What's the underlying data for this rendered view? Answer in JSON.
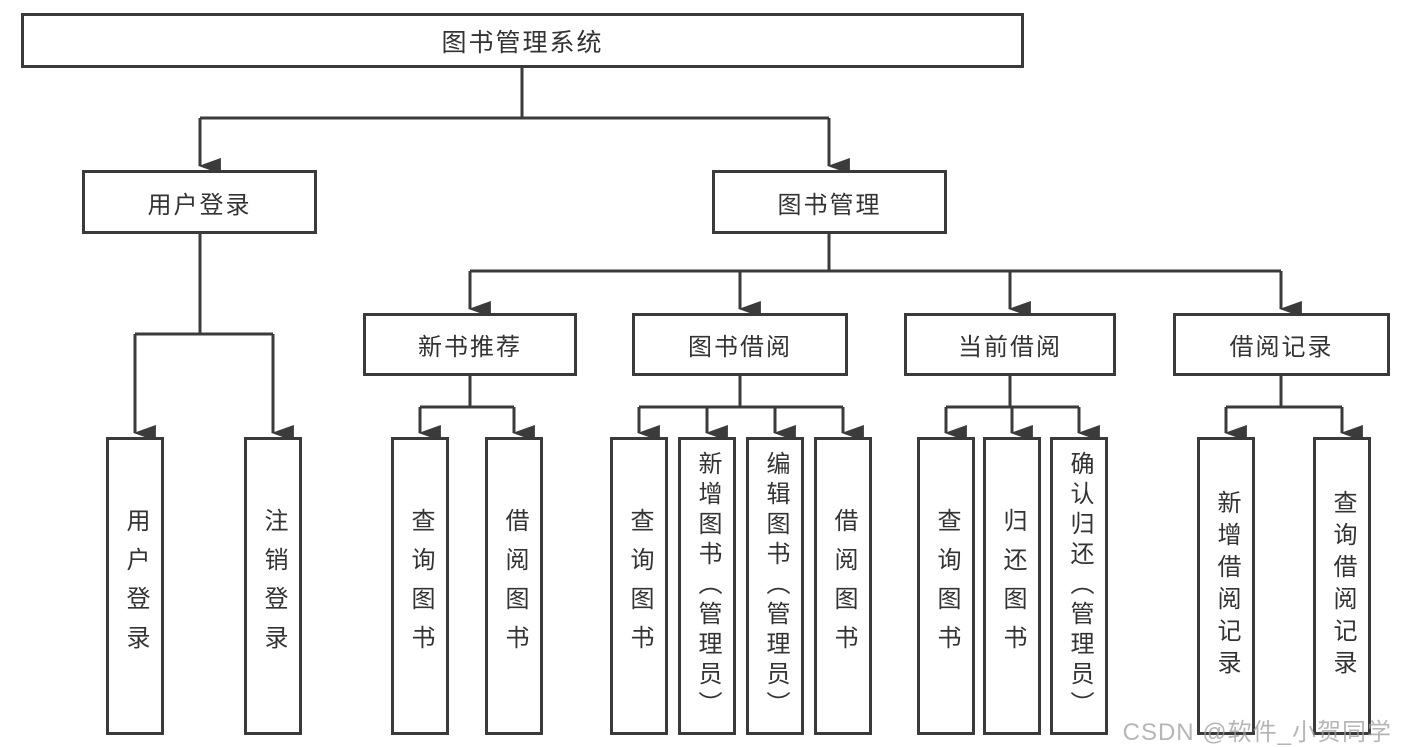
{
  "tree": {
    "root": {
      "label": "图书管理系统"
    },
    "branches": [
      {
        "label": "用户登录",
        "children": [
          {
            "label": "用户登录"
          },
          {
            "label": "注销登录"
          }
        ]
      },
      {
        "label": "图书管理",
        "children": [
          {
            "label": "新书推荐",
            "children": [
              {
                "label": "查询图书"
              },
              {
                "label": "借阅图书"
              }
            ]
          },
          {
            "label": "图书借阅",
            "children": [
              {
                "label": "查询图书"
              },
              {
                "label": "新增图书（管理员）"
              },
              {
                "label": "编辑图书（管理员）"
              },
              {
                "label": "借阅图书"
              }
            ]
          },
          {
            "label": "当前借阅",
            "children": [
              {
                "label": "查询图书"
              },
              {
                "label": "归还图书"
              },
              {
                "label": "确认归还（管理员）"
              }
            ]
          },
          {
            "label": "借阅记录",
            "children": [
              {
                "label": "新增借阅记录"
              },
              {
                "label": "查询借阅记录"
              }
            ]
          }
        ]
      }
    ]
  },
  "watermark": "CSDN @软件_小贺同学",
  "colors": {
    "line": "#3b3b3b",
    "box_border": "#3a3a3a",
    "text": "#333333",
    "watermark": "#9e9e9e",
    "background": "#ffffff"
  }
}
